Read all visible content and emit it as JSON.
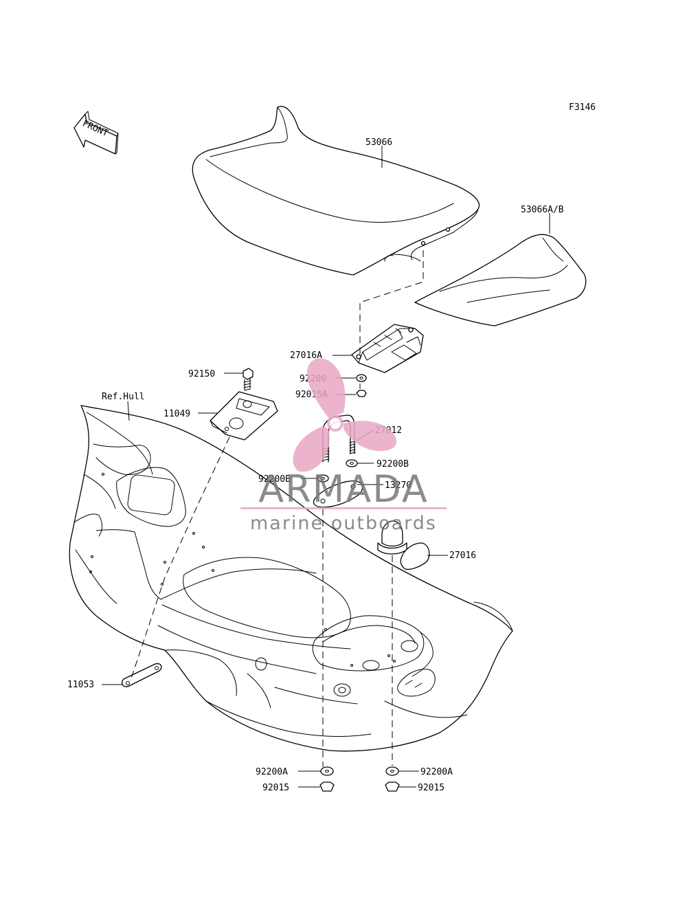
{
  "diagram_code": "F3146",
  "front_label": "FRONT",
  "watermark": {
    "brand": "ARMADA",
    "tagline": "marine outboards",
    "accent_color": "#e8a8c4",
    "text_color": "#777777"
  },
  "parts": {
    "p53066": "53066",
    "p53066ab": "53066A/B",
    "p27016a": "27016A",
    "p92200": "92200",
    "p92015a": "92015A",
    "p27012": "27012",
    "p92200b_r": "92200B",
    "p92200b_l": "92200B",
    "p13270": "13270",
    "p92150": "92150",
    "p11049": "11049",
    "refhull": "Ref.Hull",
    "p27016": "27016",
    "p11053": "11053",
    "p92200a_l": "92200A",
    "p92015_l": "92015",
    "p92200a_r": "92200A",
    "p92015_r": "92015"
  }
}
